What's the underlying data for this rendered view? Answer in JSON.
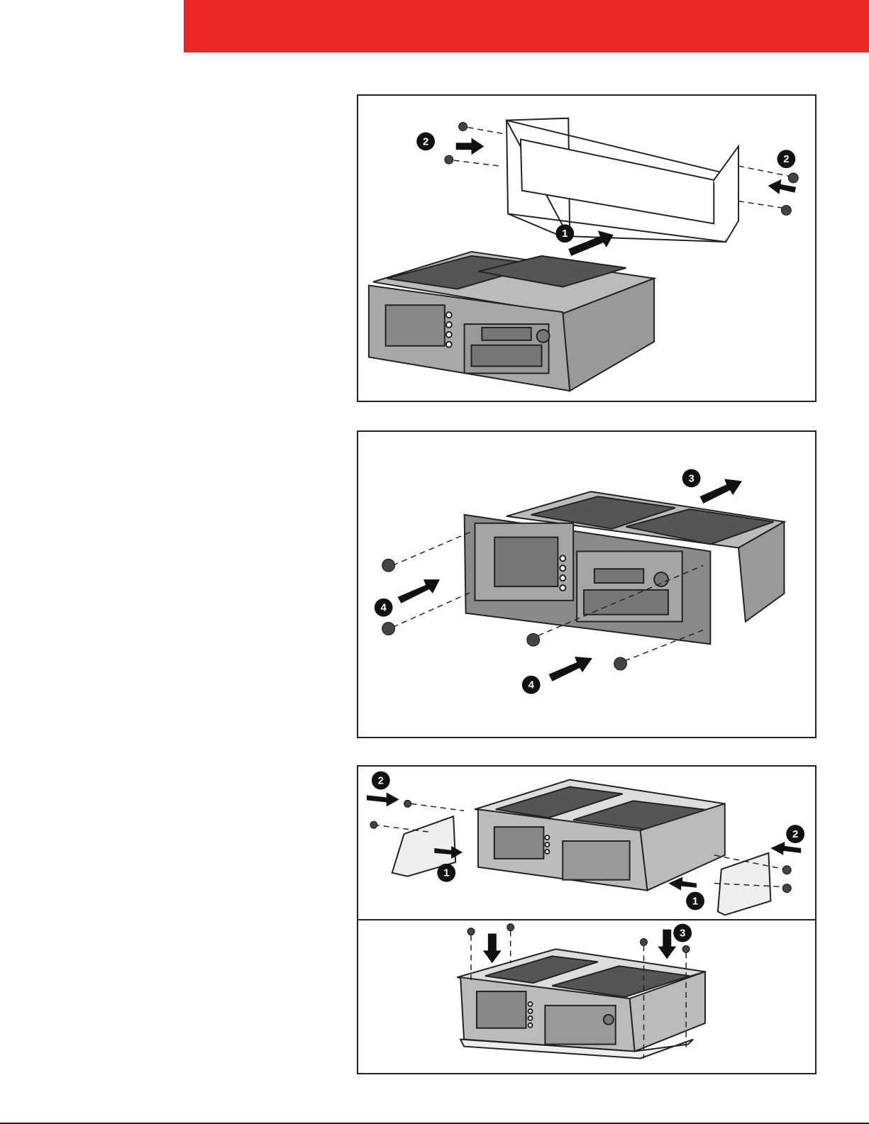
{
  "header": {
    "band_color": "#ec2826"
  },
  "figures": [
    {
      "name": "bracket-install",
      "step_labels": [
        "2",
        "2",
        "1"
      ]
    },
    {
      "name": "panel-screw-install",
      "step_labels": [
        "3",
        "4",
        "4"
      ]
    },
    {
      "name": "side-bracket-install",
      "step_labels": [
        "2",
        "2",
        "1",
        "1"
      ],
      "lower_step_labels": [
        "3"
      ]
    }
  ]
}
